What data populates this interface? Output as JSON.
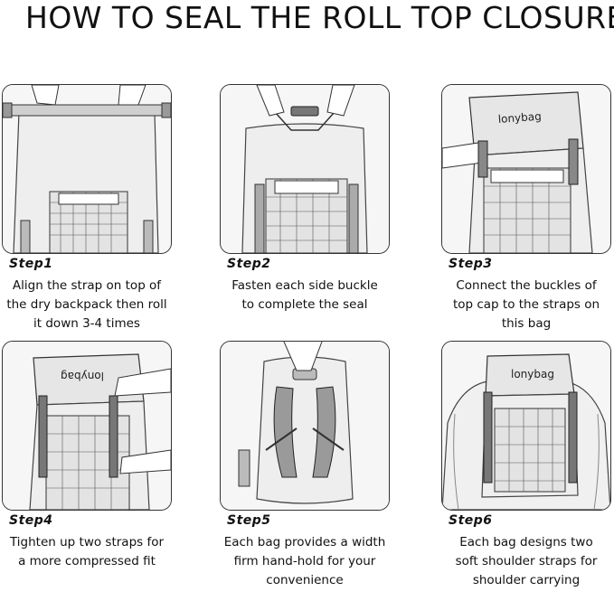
{
  "title": "HOW TO SEAL THE ROLL TOP CLOSURE",
  "brand_mark": "lonybag",
  "steps": [
    {
      "label": "Step1",
      "caption": [
        "Align the strap on top of",
        "the dry backpack then roll",
        "it down 3-4 times"
      ]
    },
    {
      "label": "Step2",
      "caption": [
        "Fasten each side buckle",
        "to complete the seal"
      ]
    },
    {
      "label": "Step3",
      "caption": [
        "Connect the buckles of",
        "top cap to the straps on",
        "this bag"
      ]
    },
    {
      "label": "Step4",
      "caption": [
        "Tighten up two straps for",
        "a more compressed fit"
      ]
    },
    {
      "label": "Step5",
      "caption": [
        "Each bag provides a width",
        "firm hand-hold for your",
        "convenience"
      ]
    },
    {
      "label": "Step6",
      "caption": [
        "Each bag designs two",
        "soft shoulder straps for",
        "shoulder carrying"
      ]
    }
  ]
}
